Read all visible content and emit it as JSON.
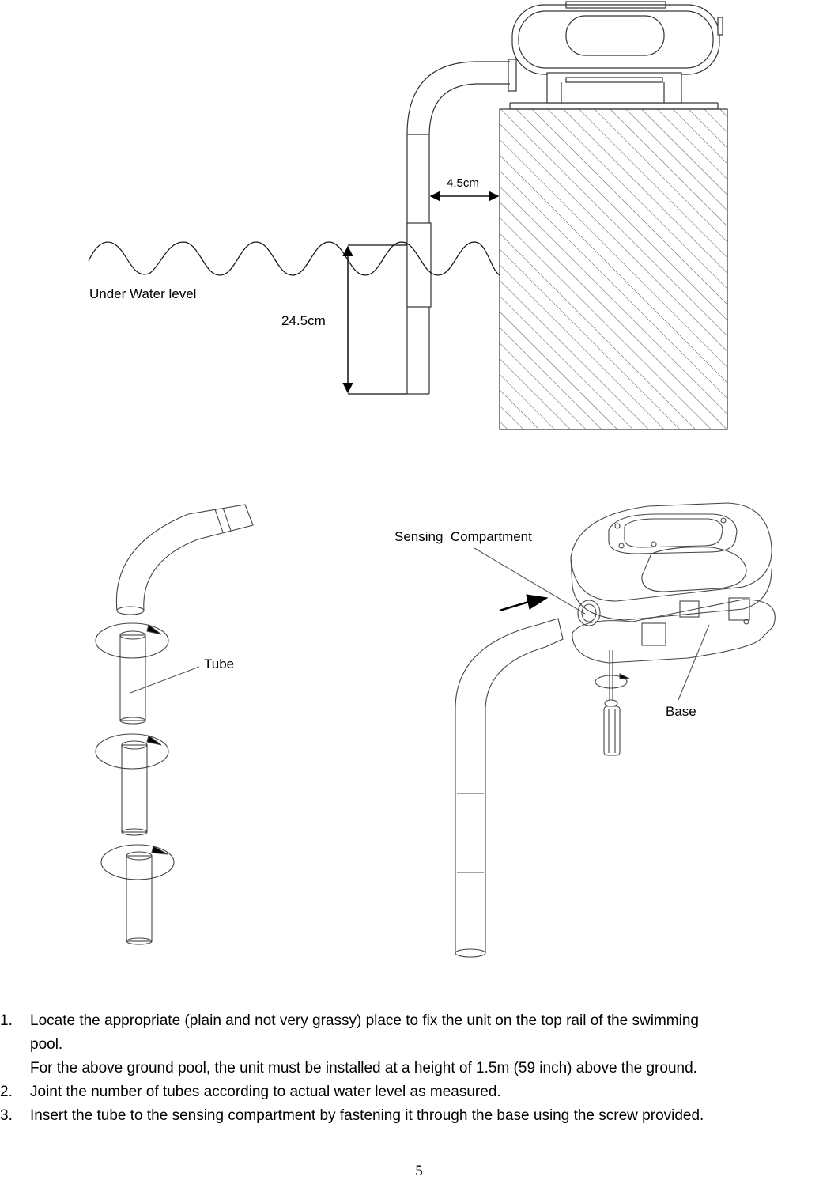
{
  "diagram_top": {
    "labels": {
      "water_level": "Under Water level",
      "tube_height": "24.5cm",
      "gap": "4.5cm"
    }
  },
  "diagram_bottom": {
    "labels": {
      "tube": "Tube",
      "sensing": "Sensing  Compartment",
      "base": "Base"
    }
  },
  "steps": [
    {
      "number": "1.",
      "lines": [
        "Locate the appropriate (plain and not very grassy) place to fix the unit on the top rail of the swimming",
        "pool.",
        "For the above ground pool, the unit must be installed at a height of 1.5m (59 inch) above the ground."
      ]
    },
    {
      "number": "2.",
      "lines": [
        "Joint the number of tubes according to actual water level as measured."
      ]
    },
    {
      "number": "3.",
      "lines": [
        "Insert the tube to the sensing compartment by fastening it through the base using the screw provided."
      ]
    }
  ],
  "page_number": "5"
}
